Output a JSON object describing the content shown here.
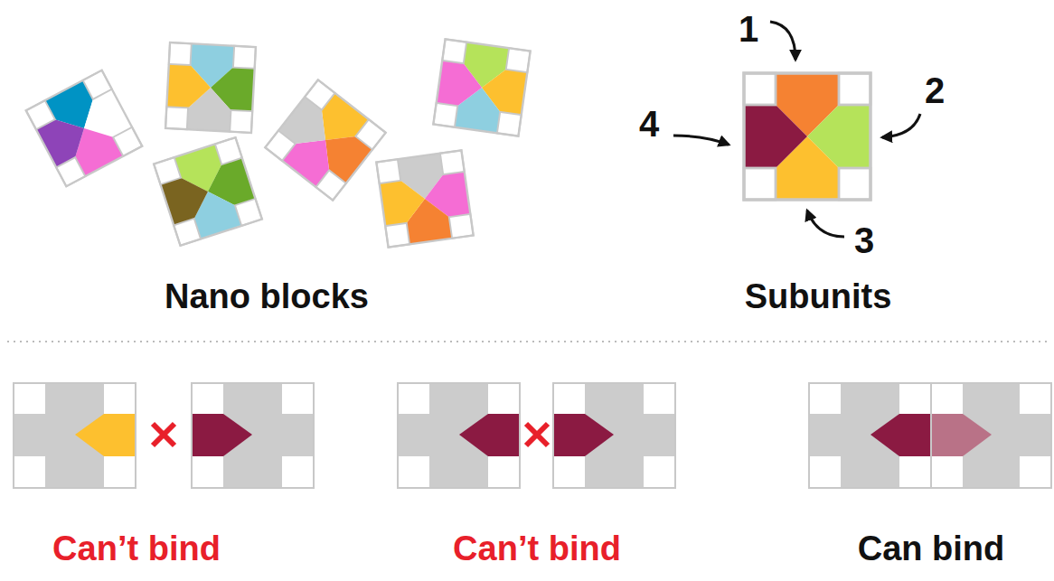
{
  "diagram": {
    "labels": [
      "Nano blocks",
      "Subunits",
      "1",
      "2",
      "3",
      "4",
      "Can’t bind",
      "Can’t bind",
      "Can bind"
    ]
  }
}
